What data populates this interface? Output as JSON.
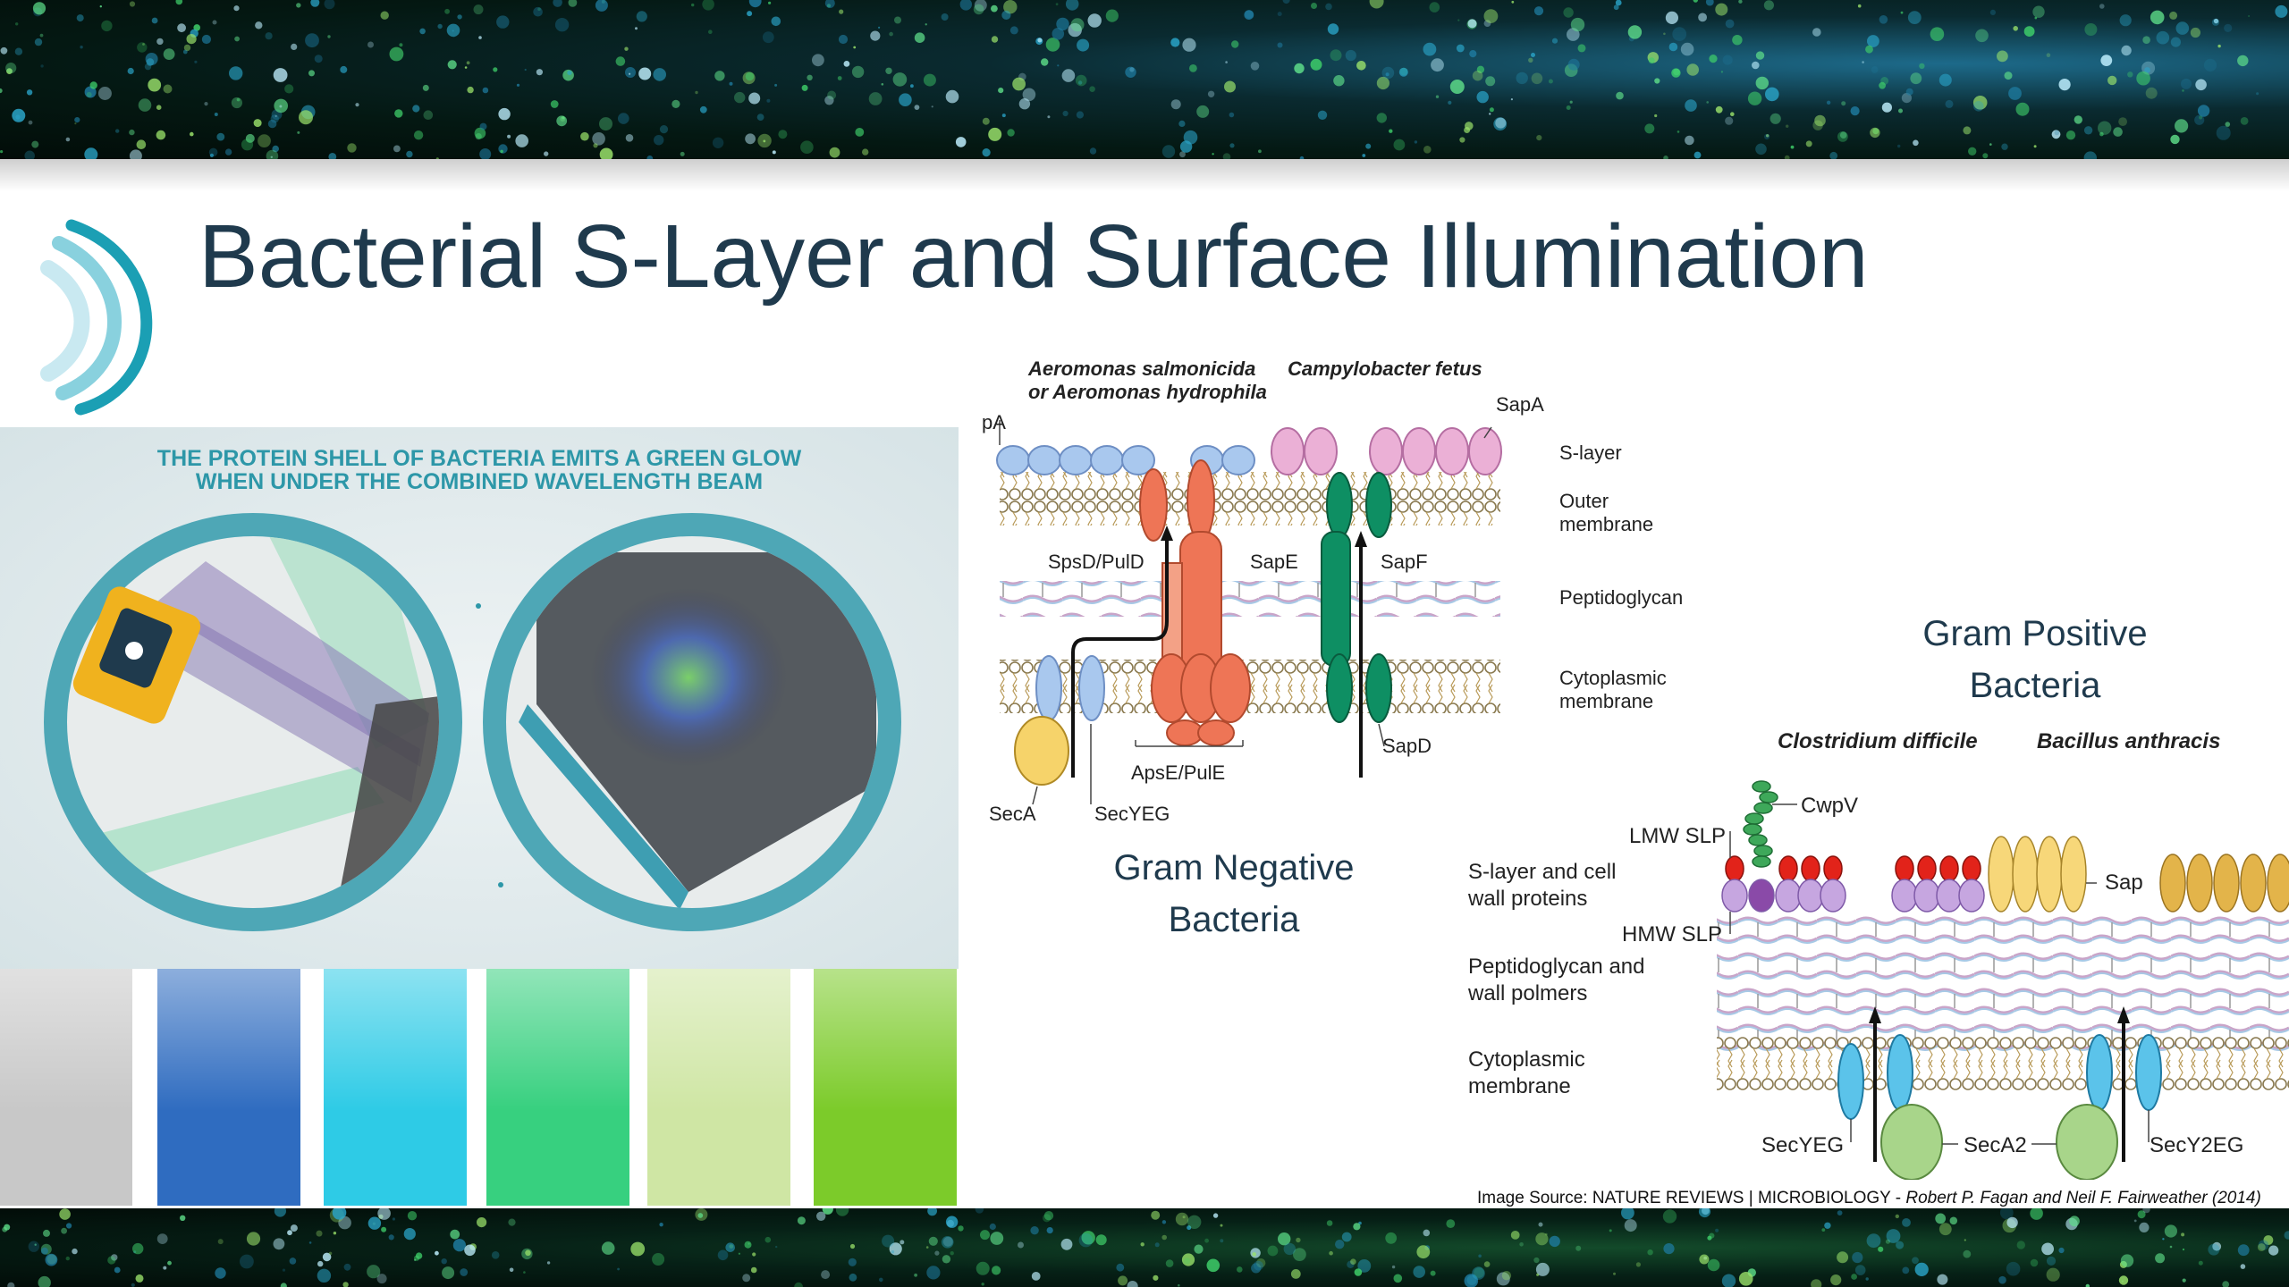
{
  "slide": {
    "title": "Bacterial S-Layer and Surface Illumination",
    "colors": {
      "title": "#1f3a4d",
      "accent": "#2d97a8",
      "orange": "#ee7556",
      "green": "#0e8f63",
      "blue_protein": "#a9c8ee",
      "pink_protein": "#ebb0d6"
    }
  },
  "illustration": {
    "caption_line1": "THE PROTEIN SHELL OF BACTERIA EMITS A GREEN GLOW",
    "caption_line2": "WHEN UNDER THE COMBINED WAVELENGTH BEAM",
    "device_icon": "flashlight-icon",
    "swatches": [
      "#c8c8c8",
      "#2f6cc0",
      "#2ecbe6",
      "#37d07f",
      "#cfe6a4",
      "#7ccb2a"
    ]
  },
  "gram_negative": {
    "species_1_line1": "Aeromonas salmonicida",
    "species_1_line2": "or Aeromonas hydrophila",
    "species_2": "Campylobacter fetus",
    "labels": {
      "pa": "pA",
      "sapa": "SapA",
      "spsd": "SpsD/PulD",
      "sape": "SapE",
      "sapf": "SapF",
      "apse": "ApsE/PulE",
      "sapd": "SapD",
      "seca": "SecA",
      "secyeg": "SecYEG"
    },
    "layers": {
      "s_layer": "S-layer",
      "outer_line1": "Outer",
      "outer_line2": "membrane",
      "peptidoglycan": "Peptidoglycan",
      "cyto_line1": "Cytoplasmic",
      "cyto_line2": "membrane"
    },
    "heading_line1": "Gram Negative",
    "heading_line2": "Bacteria"
  },
  "gram_positive": {
    "heading_line1": "Gram Positive",
    "heading_line2": "Bacteria",
    "species_1": "Clostridium difficile",
    "species_2": "Bacillus anthracis",
    "labels": {
      "cwpv": "CwpV",
      "lmw": "LMW SLP",
      "hmw": "HMW SLP",
      "sap": "Sap",
      "secyeg": "SecYEG",
      "seca2": "SecA2",
      "secy2eg": "SecY2EG"
    },
    "layers": {
      "slayer_line1": "S-layer and cell",
      "slayer_line2": "wall proteins",
      "pg_line1": "Peptidoglycan and",
      "pg_line2": "wall polmers",
      "cyto_line1": "Cytoplasmic",
      "cyto_line2": "membrane"
    }
  },
  "source": {
    "prefix": "Image Source: NATURE REVIEWS | MICROBIOLOGY - ",
    "authors": "Robert P. Fagan and Neil F. Fairweather (2014)"
  }
}
